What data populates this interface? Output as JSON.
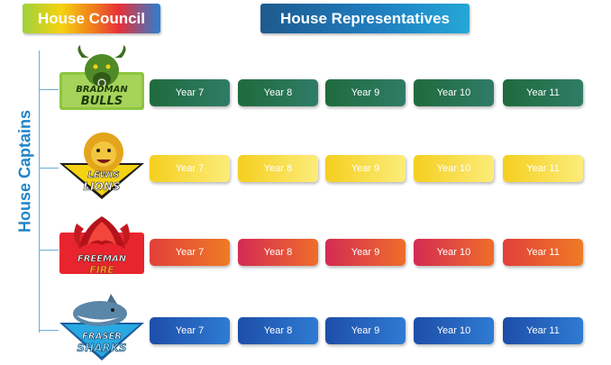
{
  "headers": {
    "council": "House Council",
    "representatives": "House Representatives"
  },
  "side_label": "House Captains",
  "houses": [
    {
      "logo_lines": [
        "BRADMAN",
        "BULLS"
      ],
      "color": "#8dc63f",
      "years": [
        "Year 7",
        "Year 8",
        "Year 9",
        "Year 10",
        "Year 11"
      ]
    },
    {
      "logo_lines": [
        "LEWIS",
        "LIONS"
      ],
      "color": "#f5d313",
      "years": [
        "Year 7",
        "Year 8",
        "Year 9",
        "Year 10",
        "Year 11"
      ]
    },
    {
      "logo_lines": [
        "FREEMAN",
        "FIRE"
      ],
      "color": "#e8252e",
      "years": [
        "Year 7",
        "Year 8",
        "Year 9",
        "Year 10",
        "Year 11"
      ]
    },
    {
      "logo_lines": [
        "FRASER",
        "SHARKS"
      ],
      "color": "#29a9e1",
      "years": [
        "Year 7",
        "Year 8",
        "Year 9",
        "Year 10",
        "Year 11"
      ]
    }
  ],
  "colors": {
    "tree_line": "#6aaed8",
    "side_label": "#2183c9"
  }
}
